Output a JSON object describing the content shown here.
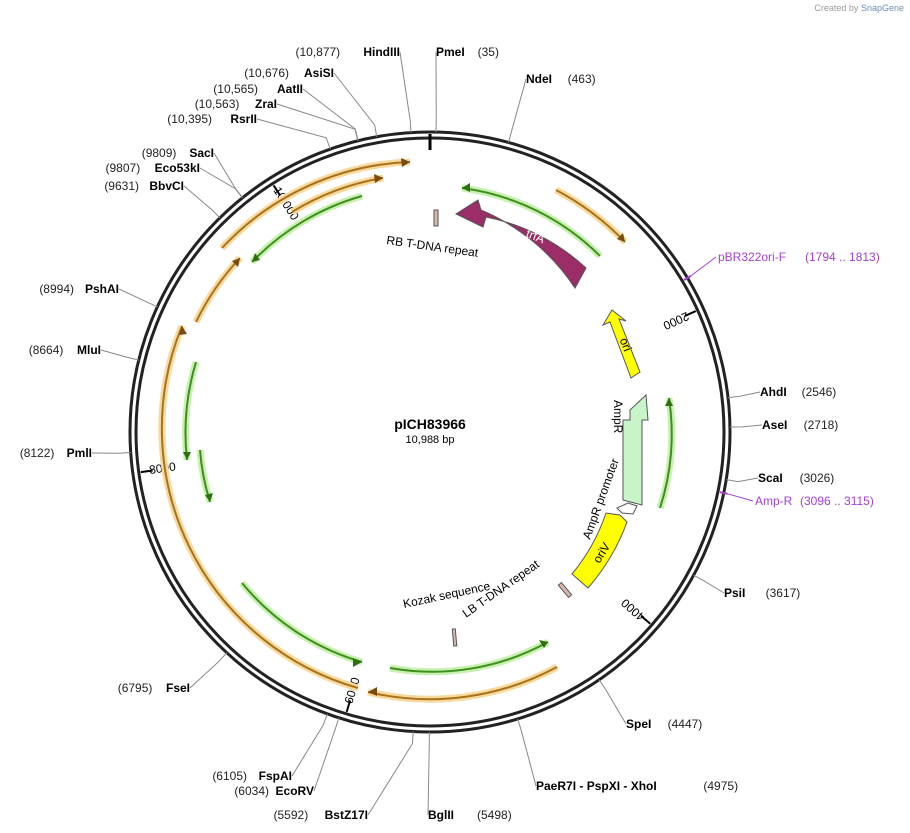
{
  "credit": {
    "text": "Created by",
    "brand": "SnapGene"
  },
  "plasmid": {
    "name": "pICH83966",
    "length": 10988,
    "length_label": "10,988 bp"
  },
  "ticks": [
    {
      "pos": 2000,
      "label": "2000"
    },
    {
      "pos": 4000,
      "label": "4000"
    },
    {
      "pos": 6000,
      "label": "6000"
    },
    {
      "pos": 8000,
      "label": "8000"
    },
    {
      "pos": 10000,
      "label": "10,000"
    }
  ],
  "enzymes": [
    {
      "name": "PmeI",
      "num": "(35)",
      "pos": 35,
      "side": "right",
      "nameFirst": true
    },
    {
      "name": "NdeI",
      "num": "(463)",
      "pos": 463,
      "side": "right",
      "nameFirst": true
    },
    {
      "name": "AhdI",
      "num": "(2546)",
      "pos": 2546,
      "side": "right",
      "nameFirst": true
    },
    {
      "name": "AseI",
      "num": "(2718)",
      "pos": 2718,
      "side": "right",
      "nameFirst": true
    },
    {
      "name": "ScaI",
      "num": "(3026)",
      "pos": 3026,
      "side": "right",
      "nameFirst": true
    },
    {
      "name": "PsiI",
      "num": "(3617)",
      "pos": 3617,
      "side": "right",
      "nameFirst": true
    },
    {
      "name": "SpeI",
      "num": "(4447)",
      "pos": 4447,
      "side": "right",
      "nameFirst": true
    },
    {
      "name": "PaeR7I - PspXI - XhoI",
      "num": "(4975)",
      "pos": 4975,
      "side": "right",
      "nameFirst": true
    },
    {
      "name": "BglII",
      "num": "(5498)",
      "pos": 5498,
      "side": "right",
      "nameFirst": true
    },
    {
      "name": "BstZ17I",
      "num": "(5592)",
      "pos": 5592,
      "side": "left",
      "nameFirst": false
    },
    {
      "name": "EcoRV",
      "num": "(6034)",
      "pos": 6034,
      "side": "left",
      "nameFirst": false
    },
    {
      "name": "FspAI",
      "num": "(6105)",
      "pos": 6105,
      "side": "left",
      "nameFirst": false
    },
    {
      "name": "FseI",
      "num": "(6795)",
      "pos": 6795,
      "side": "left",
      "nameFirst": false
    },
    {
      "name": "PmlI",
      "num": "(8122)",
      "pos": 8122,
      "side": "left",
      "nameFirst": false
    },
    {
      "name": "MluI",
      "num": "(8664)",
      "pos": 8664,
      "side": "left",
      "nameFirst": false
    },
    {
      "name": "PshAI",
      "num": "(8994)",
      "pos": 8994,
      "side": "left",
      "nameFirst": false
    },
    {
      "name": "BbvCI",
      "num": "(9631)",
      "pos": 9631,
      "side": "left",
      "nameFirst": false
    },
    {
      "name": "Eco53kI",
      "num": "(9807)",
      "pos": 9807,
      "side": "left",
      "nameFirst": false
    },
    {
      "name": "SacI",
      "num": "(9809)",
      "pos": 9809,
      "side": "left",
      "nameFirst": false
    },
    {
      "name": "RsrII",
      "num": "(10,395)",
      "pos": 10395,
      "side": "left",
      "nameFirst": false
    },
    {
      "name": "ZraI",
      "num": "(10,563)",
      "pos": 10563,
      "side": "left",
      "nameFirst": false
    },
    {
      "name": "AatII",
      "num": "(10,565)",
      "pos": 10565,
      "side": "left",
      "nameFirst": false
    },
    {
      "name": "AsiSI",
      "num": "(10,676)",
      "pos": 10676,
      "side": "left",
      "nameFirst": false
    },
    {
      "name": "HindIII",
      "num": "(10,877)",
      "pos": 10877,
      "side": "left",
      "nameFirst": false
    }
  ],
  "primers": [
    {
      "name": "pBR322ori-F",
      "num": "(1794 .. 1813)",
      "pos": 1804
    },
    {
      "name": "Amp-R",
      "num": "(3096 .. 3115)",
      "pos": 3105
    }
  ],
  "features": [
    {
      "name": "trfA",
      "color": "#9b2d68",
      "dir": "ccw"
    },
    {
      "name": "RB T-DNA repeat",
      "color": "#d9b8a8"
    },
    {
      "name": "ori",
      "color": "#ffff00",
      "dir": "ccw"
    },
    {
      "name": "AmpR",
      "color": "#c8f5c8",
      "dir": "ccw"
    },
    {
      "name": "AmpR promoter",
      "color": "#ffffff",
      "dir": "ccw"
    },
    {
      "name": "oriV",
      "color": "#ffff00"
    },
    {
      "name": "LB T-DNA repeat",
      "color": "#d9b8a8"
    },
    {
      "name": "Kozak sequence",
      "color": "#d9b8a8"
    }
  ],
  "colors": {
    "orf_orange": "#f3a73a",
    "orf_green": "#59b32b",
    "backbone": "#222222"
  }
}
